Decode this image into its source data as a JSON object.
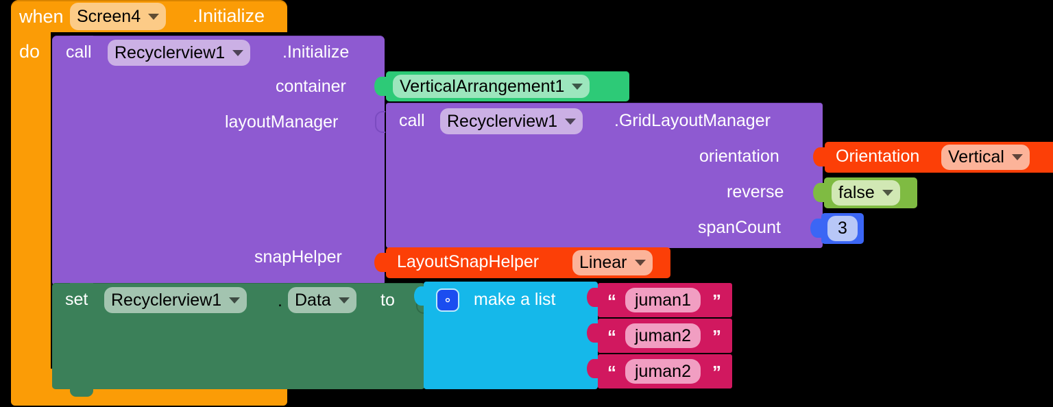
{
  "event_block": {
    "when_label": "when",
    "component": "Screen4",
    "event": ".Initialize",
    "do_label": "do",
    "color": "#fb9c06"
  },
  "call_initialize": {
    "call_label": "call",
    "component": "Recyclerview1",
    "method": ".Initialize",
    "color": "#8e5ad1",
    "params": [
      {
        "name": "container"
      },
      {
        "name": "layoutManager"
      },
      {
        "name": "snapHelper"
      }
    ]
  },
  "container_value": {
    "component": "VerticalArrangement1",
    "color": "#2dca77"
  },
  "call_gridlayout": {
    "call_label": "call",
    "component": "Recyclerview1",
    "method": ".GridLayoutManager",
    "color": "#8e5ad1",
    "params": [
      {
        "name": "orientation"
      },
      {
        "name": "reverse"
      },
      {
        "name": "spanCount"
      }
    ]
  },
  "orientation_value": {
    "helper_label": "Orientation",
    "value": "Vertical",
    "color": "#fc3f07"
  },
  "reverse_value": {
    "value": "false",
    "color": "#7fbb42"
  },
  "spancount_value": {
    "value": "3",
    "color": "#3b66f5"
  },
  "snaphelper_value": {
    "helper_label": "LayoutSnapHelper",
    "value": "Linear",
    "color": "#fc3f07"
  },
  "set_block": {
    "set_label": "set",
    "component": "Recyclerview1",
    "dot": ".",
    "property": "Data",
    "to_label": "to",
    "color": "#3b8059"
  },
  "make_a_list": {
    "label": "make a list",
    "mutator_icon": "gear-icon",
    "color": "#15b8ea",
    "items": [
      {
        "open_quote": "“",
        "value": "juman1",
        "close_quote": "”"
      },
      {
        "open_quote": "“",
        "value": "juman2",
        "close_quote": "”"
      },
      {
        "open_quote": "“",
        "value": "juman2",
        "close_quote": "”"
      }
    ]
  }
}
